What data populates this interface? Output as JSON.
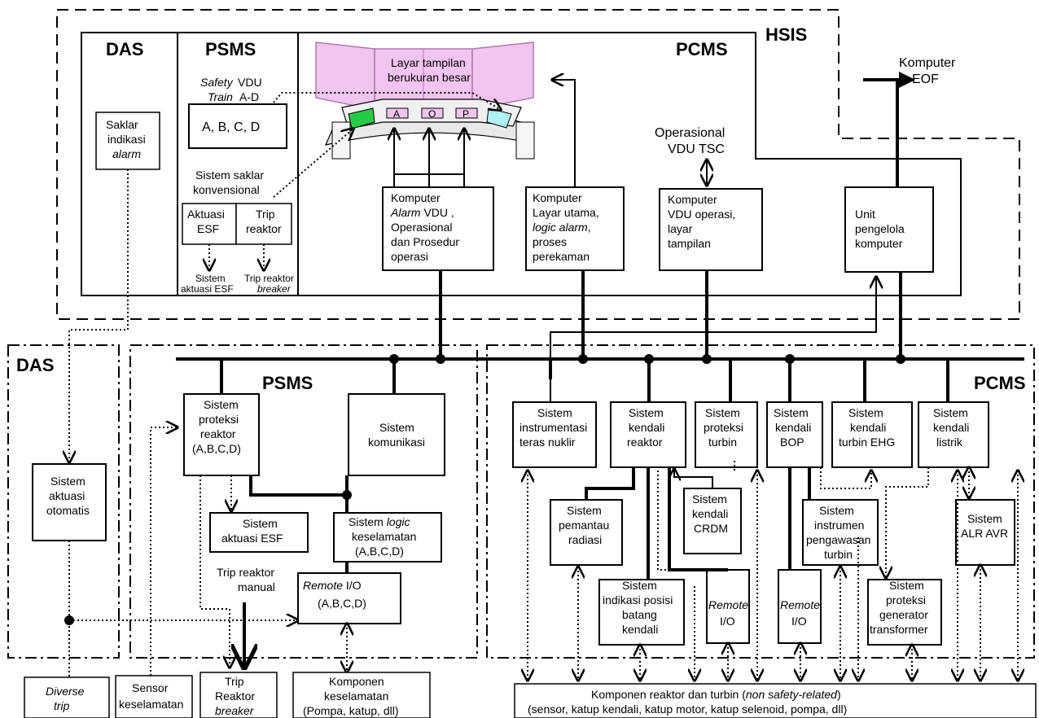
{
  "regions": {
    "hsis": "HSIS",
    "das_top": "DAS",
    "psms_top": "PSMS",
    "pcms_top": "PCMS",
    "das_bottom": "DAS",
    "psms_bottom": "PSMS",
    "pcms_bottom": "PCMS"
  },
  "console": {
    "screen_label_1": "Layar tampilan",
    "screen_label_2": "berukuran besar",
    "key_a": "A",
    "key_o": "O",
    "key_p": "P"
  },
  "hsis_items": {
    "saklar": [
      "Saklar",
      "indikasi",
      "alarm"
    ],
    "safety_vdu": [
      "Safety VDU",
      "Train A-D"
    ],
    "abcd": "A, B, C, D",
    "sistem_saklar": [
      "Sistem saklar",
      "konvensional"
    ],
    "aktuasi_esf": [
      "Aktuasi",
      "ESF"
    ],
    "trip_reaktor": [
      "Trip",
      "reaktor"
    ],
    "sistem_aktuasi_esf_small": [
      "Sistem",
      "aktuasi ESF"
    ],
    "trip_reaktor_breaker_small": [
      "Trip reaktor",
      "breaker"
    ],
    "komputer_alarm": [
      "Komputer",
      "Alarm VDU ,",
      "Operasional",
      "dan Prosedur",
      "operasi"
    ],
    "komputer_layar": [
      "Komputer",
      "Layar utama,",
      "logic alarm,",
      "proses",
      "perekaman"
    ],
    "operasional_tsc": [
      "Operasional",
      "VDU TSC"
    ],
    "komputer_vdu": [
      "Komputer",
      "VDU operasi,",
      "layar",
      "tampilan"
    ],
    "unit_pengelola": [
      "Unit",
      "pengelola",
      "komputer"
    ],
    "komputer_eof": [
      "Komputer",
      "EOF"
    ]
  },
  "das_items": {
    "aktuasi_otomatis": [
      "Sistem",
      "aktuasi",
      "otomatis"
    ]
  },
  "psms_items": {
    "proteksi_reaktor": [
      "Sistem",
      "proteksi",
      "reaktor",
      "(A,B,C,D)"
    ],
    "komunikasi": [
      "Sistem",
      "komunikasi"
    ],
    "aktuasi_esf": [
      "Sistem",
      "aktuasi ESF"
    ],
    "logic_keselamatan": [
      "Sistem  logic",
      "keselamatan",
      "(A,B,C,D)"
    ],
    "trip_manual": [
      "Trip reaktor",
      "manual"
    ],
    "remote_io": [
      "Remote I/O",
      "(A,B,C,D)"
    ]
  },
  "pcms_items": {
    "instrumentasi": [
      "Sistem",
      "instrumentasi",
      "teras nuklir"
    ],
    "kendali_reaktor": [
      "Sistem",
      "kendali",
      "reaktor"
    ],
    "proteksi_turbin": [
      "Sistem",
      "proteksi",
      "turbin"
    ],
    "kendali_bop": [
      "Sistem",
      "kendali",
      "BOP"
    ],
    "kendali_ehg": [
      "Sistem",
      "kendali",
      "turbin EHG"
    ],
    "kendali_listrik": [
      "Sistem",
      "kendali",
      "listrik"
    ],
    "pemantau_radiasi": [
      "Sistem",
      "pemantau",
      "radiasi"
    ],
    "kendali_crdm": [
      "Sistem",
      "kendali",
      "CRDM"
    ],
    "instrumen_pengawasan": [
      "Sistem",
      "instrumen",
      "pengawasan",
      "turbin"
    ],
    "alr_avr": [
      "Sistem",
      "ALR AVR"
    ],
    "indikasi_posisi": [
      "Sistem",
      "indikasi posisi",
      "batang",
      "kendali"
    ],
    "remote_io_1": [
      "Remote",
      "I/O"
    ],
    "remote_io_2": [
      "Remote",
      "I/O"
    ],
    "proteksi_generator": [
      "Sistem",
      "proteksi",
      "generator",
      "transformer"
    ]
  },
  "bottom_items": {
    "diverse_trip": [
      "Diverse",
      "trip"
    ],
    "sensor": [
      "Sensor",
      "keselamatan"
    ],
    "trip_breaker": [
      "Trip",
      "Reaktor",
      "breaker"
    ],
    "komponen_keselamatan": [
      "Komponen",
      "keselamatan",
      "(Pompa, katup, dll)"
    ],
    "komponen_reaktor": [
      "Komponen reaktor dan turbin (non safety-related)",
      "(sensor, katup kendali, katup motor, katup selenoid, pompa, dll)"
    ]
  },
  "colors": {
    "console_pink": "#f2c4f0",
    "console_pink_dark": "#d88fd6",
    "screen_green": "#22cc44",
    "screen_cyan": "#aef2f2"
  }
}
